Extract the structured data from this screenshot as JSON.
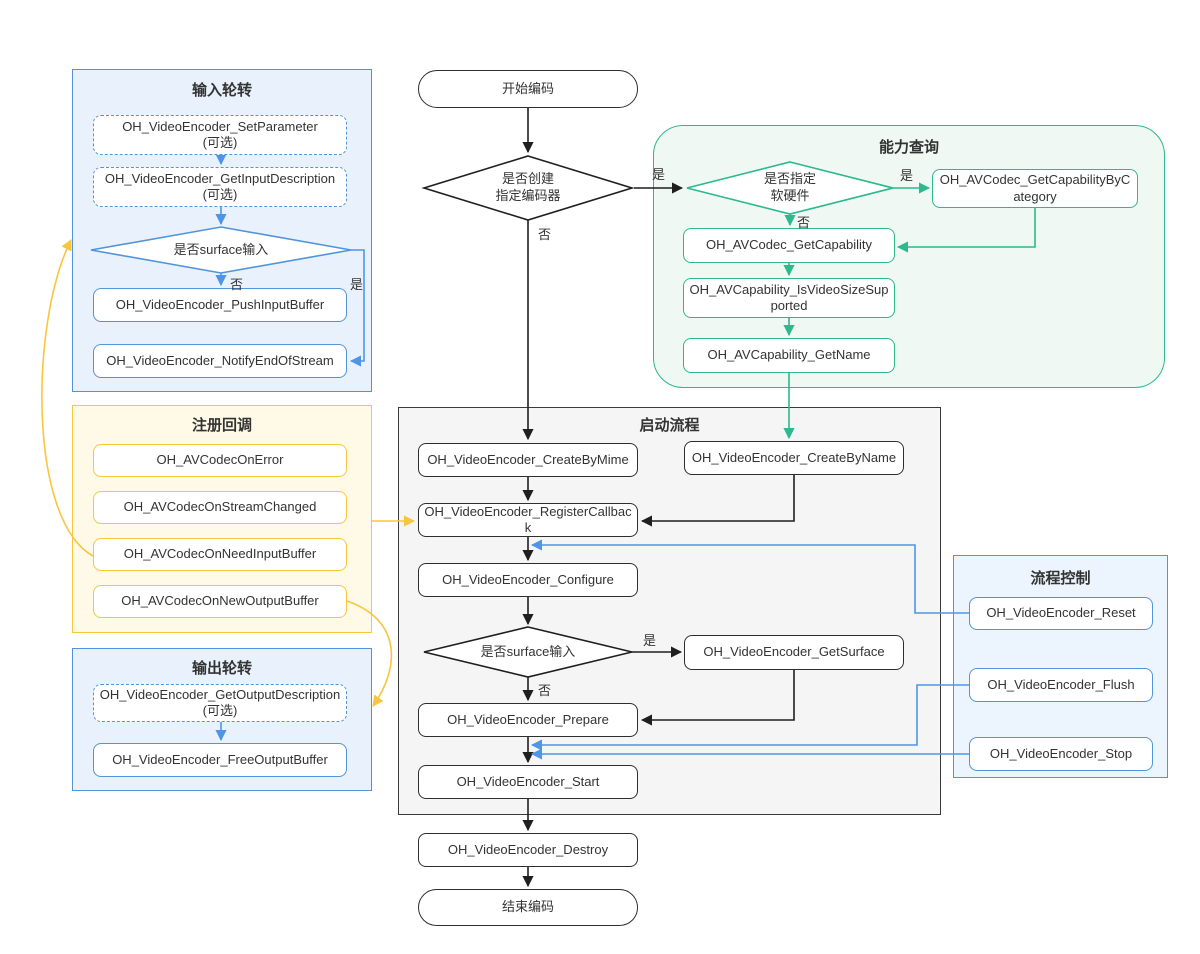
{
  "palette": {
    "blue_border": "#5094dc",
    "blue_line": "#4e95e8",
    "blue_fill": "#e9f2fc",
    "yellow_border": "#f9c53e",
    "yellow_fill": "#fffae8",
    "green_border": "#2bb98d",
    "green_fill": "#eff8f3",
    "gray_fill": "#f5f5f6",
    "black_line": "#1f1f1f",
    "text": "#333333"
  },
  "titles": {
    "input_loop": "输入轮转",
    "callbacks": "注册回调",
    "output_loop": "输出轮转",
    "capability": "能力查询",
    "startup": "启动流程",
    "control": "流程控制"
  },
  "terminals": {
    "start": "开始编码",
    "end": "结束编码"
  },
  "decisions": {
    "create_specified": "是否创建\n指定编码器",
    "specify_hw_sw": "是否指定\n软硬件",
    "surface_input_1": "是否surface输入",
    "surface_input_2": "是否surface输入"
  },
  "nodes": {
    "set_parameter": "OH_VideoEncoder_SetParameter\n(可选)",
    "get_input_description": "OH_VideoEncoder_GetInputDescription\n(可选)",
    "push_input_buffer": "OH_VideoEncoder_PushInputBuffer",
    "notify_end_of_stream": "OH_VideoEncoder_NotifyEndOfStream",
    "on_error": "OH_AVCodecOnError",
    "on_stream_changed": "OH_AVCodecOnStreamChanged",
    "on_need_input_buffer": "OH_AVCodecOnNeedInputBuffer",
    "on_new_output_buffer": "OH_AVCodecOnNewOutputBuffer",
    "get_output_description": "OH_VideoEncoder_GetOutputDescription\n(可选)",
    "free_output_buffer": "OH_VideoEncoder_FreeOutputBuffer",
    "get_capability_by_category": "OH_AVCodec_GetCapabilityByCategory",
    "get_capability": "OH_AVCodec_GetCapability",
    "is_video_size_supported": "OH_AVCapability_IsVideoSizeSupported",
    "get_name": "OH_AVCapability_GetName",
    "create_by_mime": "OH_VideoEncoder_CreateByMime",
    "create_by_name": "OH_VideoEncoder_CreateByName",
    "register_callback": "OH_VideoEncoder_RegisterCallback",
    "configure": "OH_VideoEncoder_Configure",
    "get_surface": "OH_VideoEncoder_GetSurface",
    "prepare": "OH_VideoEncoder_Prepare",
    "start": "OH_VideoEncoder_Start",
    "destroy": "OH_VideoEncoder_Destroy",
    "reset": "OH_VideoEncoder_Reset",
    "flush": "OH_VideoEncoder_Flush",
    "stop": "OH_VideoEncoder_Stop"
  },
  "edge_labels": {
    "yes": "是",
    "no": "否"
  }
}
